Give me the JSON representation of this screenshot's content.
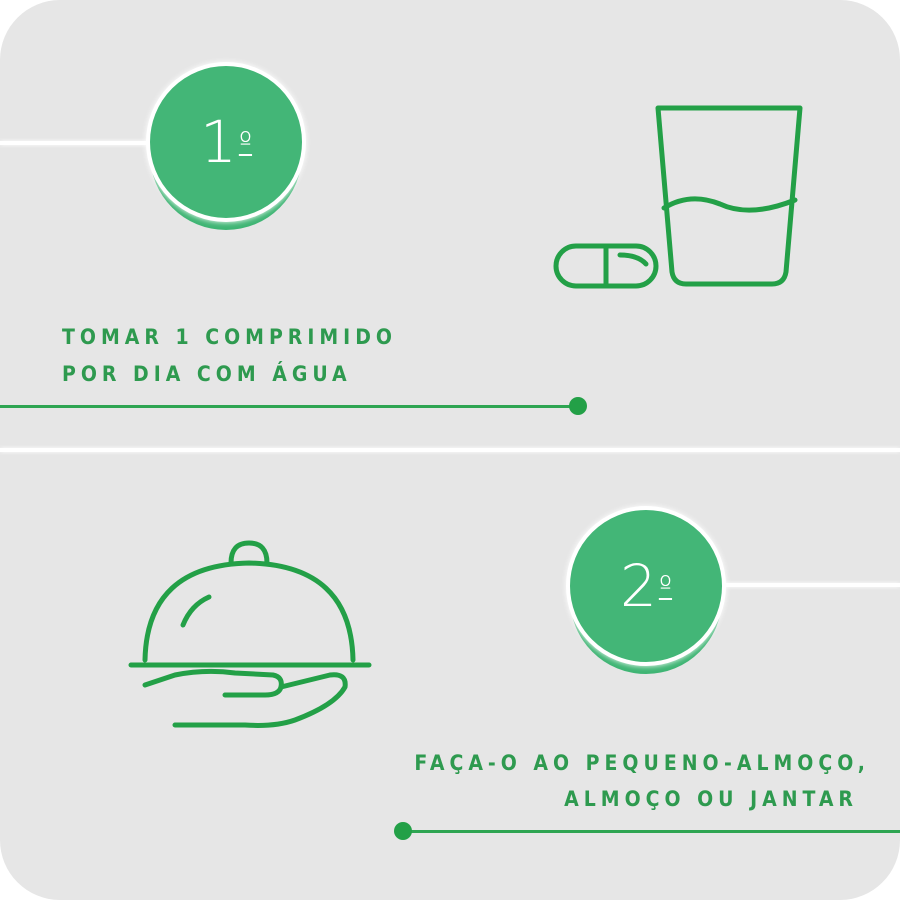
{
  "step1": {
    "number": "1",
    "ordinal": "º",
    "line1": "TOMAR 1 COMPRIMIDO",
    "line2": "POR DIA COM ÁGUA",
    "icon": "pill-and-glass-icon"
  },
  "step2": {
    "number": "2",
    "ordinal": "º",
    "line1": "FAÇA-O AO PEQUENO-ALMOÇO,",
    "line2": "ALMOÇO OU JANTAR",
    "icon": "serving-cloche-hand-icon"
  },
  "colors": {
    "green": "#43b677",
    "icon_green": "#23a047",
    "background": "#e6e6e6"
  }
}
